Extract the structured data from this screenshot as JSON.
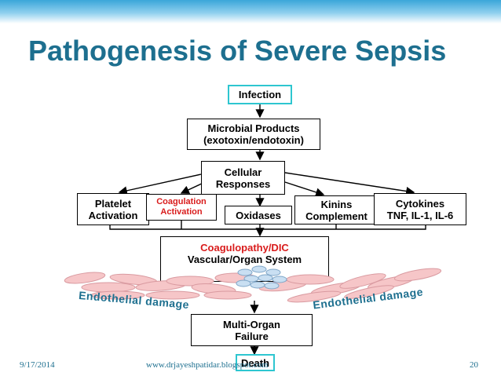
{
  "title": "Pathogenesis of Severe Sepsis",
  "nodes": {
    "infection": "Infection",
    "microbial_line1": "Microbial Products",
    "microbial_line2": "(exotoxin/endotoxin)",
    "cellular_line1": "Cellular",
    "cellular_line2": "Responses",
    "platelet_line1": "Platelet",
    "platelet_line2": "Activation",
    "coag_line1": "Coagulation",
    "coag_line2": "Activation",
    "oxidases": "Oxidases",
    "kinins_line1": "Kinins",
    "kinins_line2": "Complement",
    "cytokines_line1": "Cytokines",
    "cytokines_line2": "TNF, IL-1, IL-6",
    "coagulopathy": "Coagulopathy/DIC",
    "vascular": "Vascular/Organ System",
    "multi_line1": "Multi-Organ",
    "multi_line2": "Failure",
    "death": "Death"
  },
  "labels": {
    "endothelial_left": "Endothelial damage",
    "endothelial_right": "Endothelial damage"
  },
  "footer": {
    "date": "9/17/2014",
    "url": "www.drjayeshpatidar.blogspot.com",
    "page": "20"
  },
  "colors": {
    "title": "#1d6f8f",
    "red_text": "#d91c1c",
    "cyan_border": "#2ec6d0",
    "endothelial_cells": "#f6c6c8",
    "blood_cells": "#c9dff2"
  }
}
